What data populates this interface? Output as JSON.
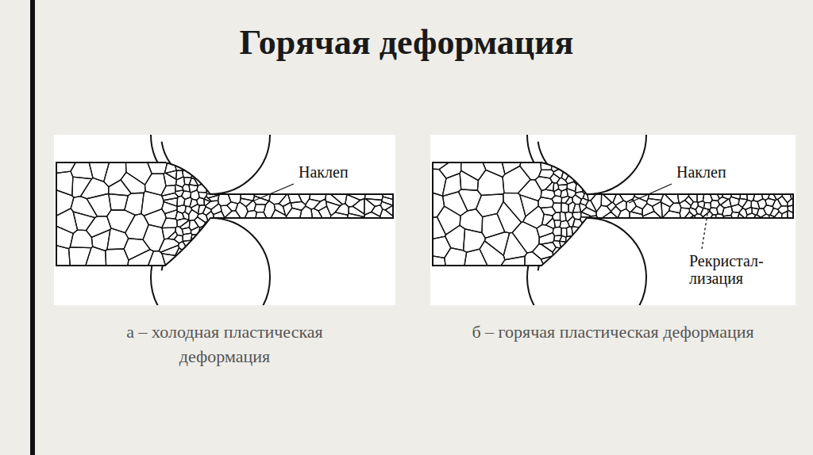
{
  "diagram": {
    "title": "Горячая деформация",
    "labels": [
      "Наклеп",
      "а – холодная пластическая деформация",
      "Наклеп",
      "Рекристал- лизация",
      "б – горячая пластическая деформация"
    ]
  }
}
